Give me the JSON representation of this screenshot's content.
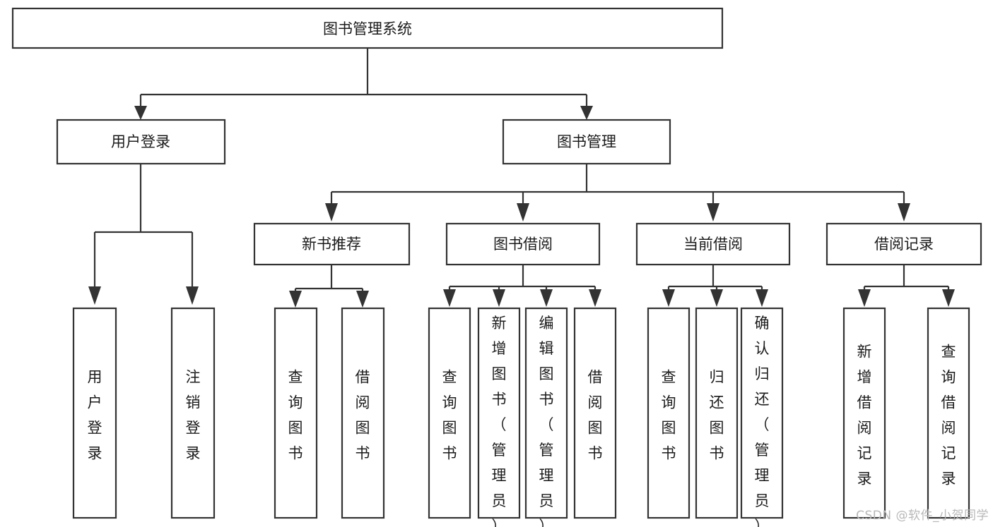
{
  "diagram": {
    "type": "tree",
    "title": "图书管理系统",
    "watermark": "CSDN @软件_小贺同学",
    "levels": {
      "root": {
        "label": "图书管理系统"
      },
      "level2": [
        {
          "label": "用户登录"
        },
        {
          "label": "图书管理"
        }
      ],
      "level3": [
        {
          "label": "新书推荐"
        },
        {
          "label": "图书借阅"
        },
        {
          "label": "当前借阅"
        },
        {
          "label": "借阅记录"
        }
      ],
      "leaves": {
        "user_login": [
          {
            "label": "用户登录"
          },
          {
            "label": "注销登录"
          }
        ],
        "new_book_recommend": [
          {
            "label": "查询图书"
          },
          {
            "label": "借阅图书"
          }
        ],
        "book_borrow": [
          {
            "label": "查询图书"
          },
          {
            "label": "新增图书（管理员）"
          },
          {
            "label": "编辑图书（管理员）"
          },
          {
            "label": "借阅图书"
          }
        ],
        "current_borrow": [
          {
            "label": "查询图书"
          },
          {
            "label": "归还图书"
          },
          {
            "label": "确认归还（管理员）"
          }
        ],
        "borrow_record": [
          {
            "label": "新增借阅记录"
          },
          {
            "label": "查询借阅记录"
          }
        ]
      }
    },
    "colors": {
      "box_stroke": "#333333",
      "box_fill": "#ffffff",
      "text": "#1b1b1b",
      "watermark": "#b8b8b8",
      "background": "#ffffff"
    }
  }
}
